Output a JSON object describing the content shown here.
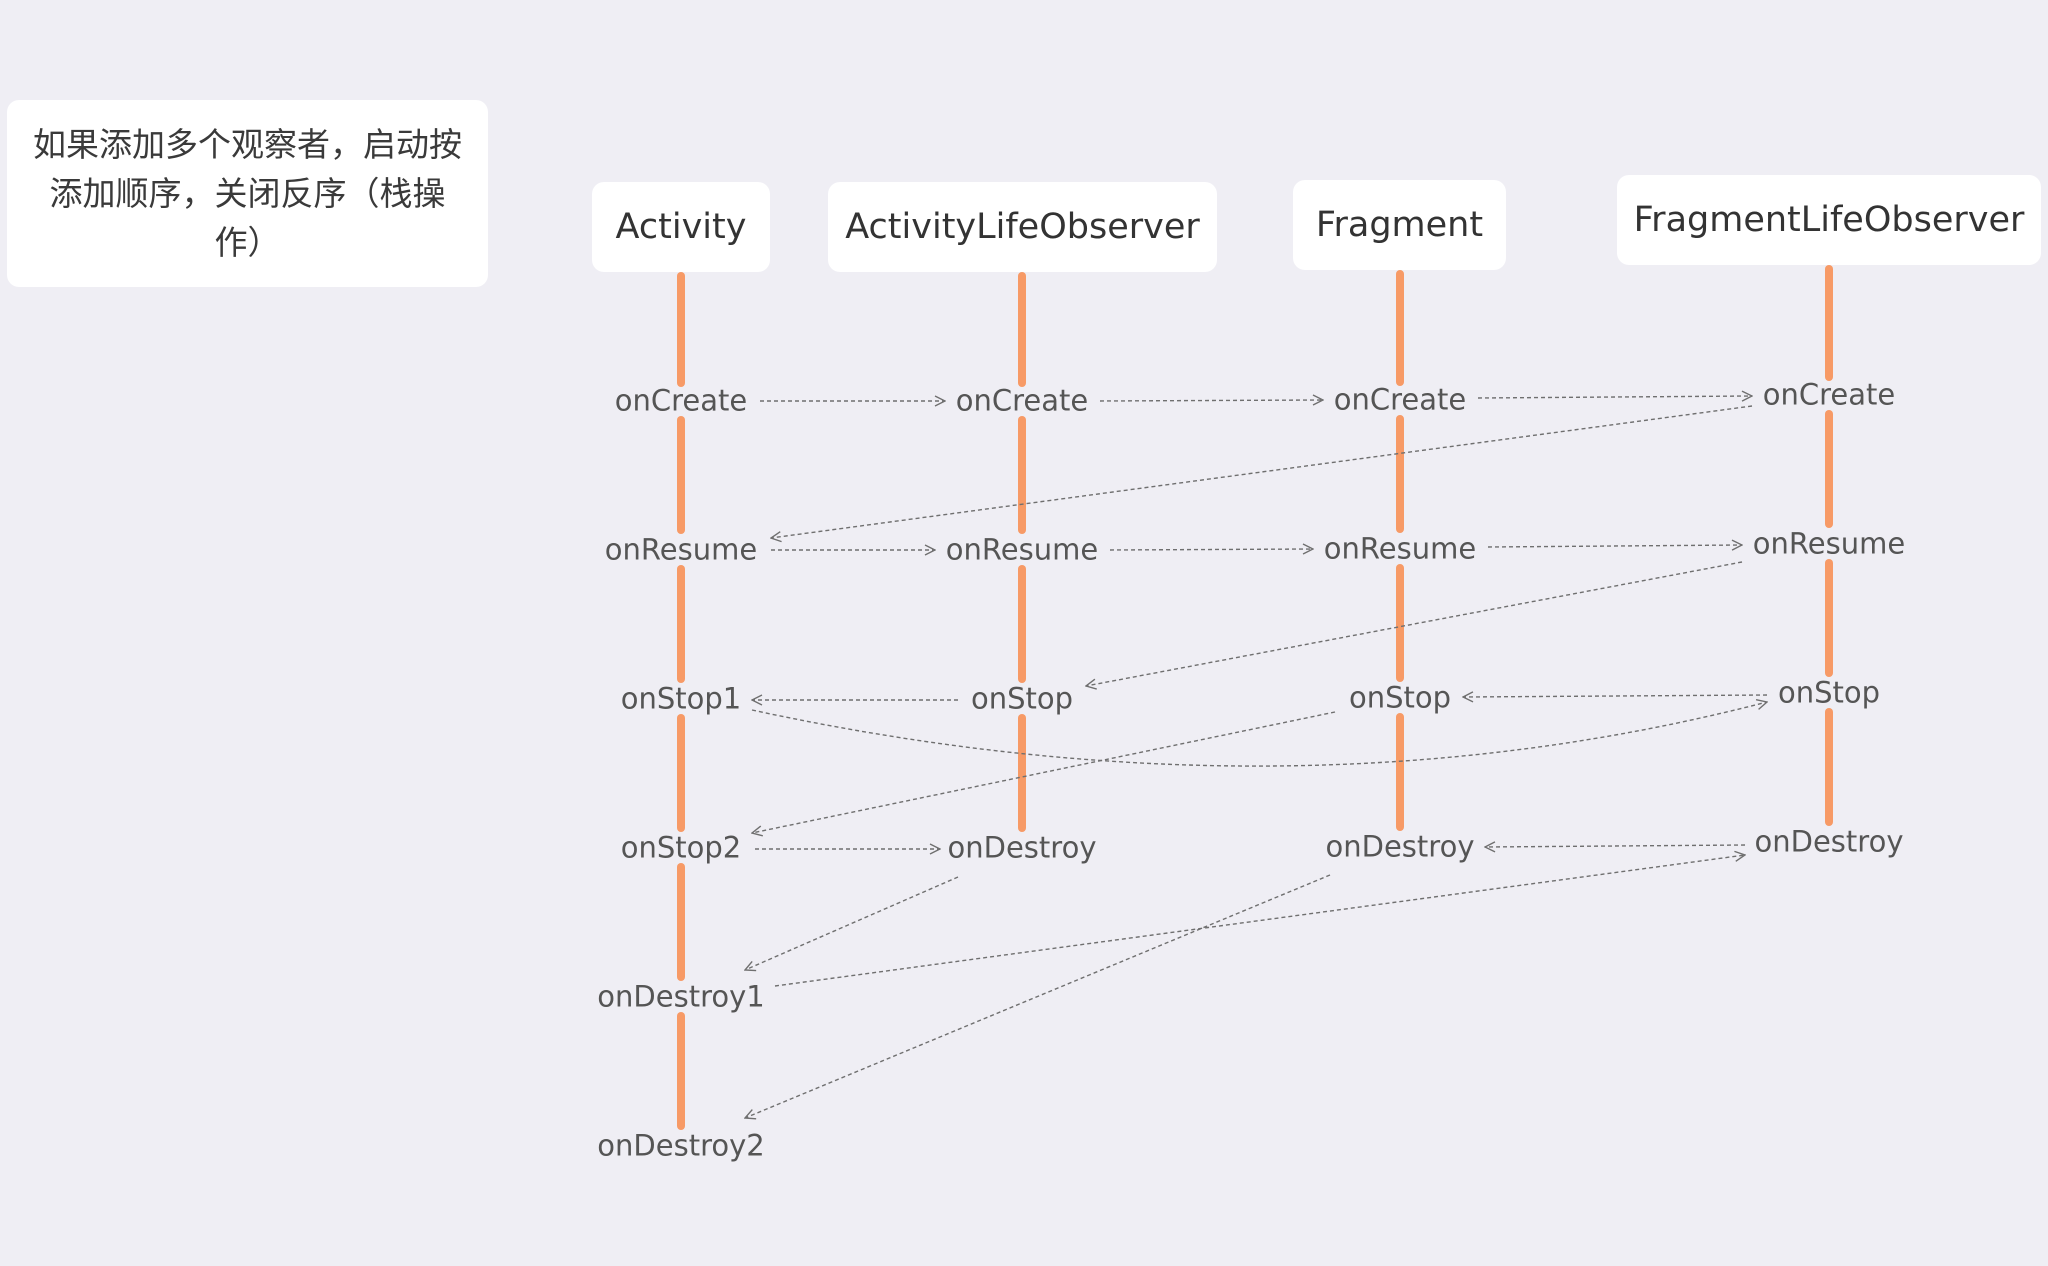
{
  "note": {
    "text": "如果添加多个观察者，启动按添加顺序，关闭反序（栈操作）"
  },
  "lanes": {
    "activity": {
      "title": "Activity",
      "events": {
        "on_create": "onCreate",
        "on_resume": "onResume",
        "on_stop_1": "onStop1",
        "on_stop_2": "onStop2",
        "on_destroy_1": "onDestroy1",
        "on_destroy_2": "onDestroy2"
      }
    },
    "activity_observer": {
      "title": "ActivityLifeObserver",
      "events": {
        "on_create": "onCreate",
        "on_resume": "onResume",
        "on_stop": "onStop",
        "on_destroy": "onDestroy"
      }
    },
    "fragment": {
      "title": "Fragment",
      "events": {
        "on_create": "onCreate",
        "on_resume": "onResume",
        "on_stop": "onStop",
        "on_destroy": "onDestroy"
      }
    },
    "fragment_observer": {
      "title": "FragmentLifeObserver",
      "events": {
        "on_create": "onCreate",
        "on_resume": "onResume",
        "on_stop": "onStop",
        "on_destroy": "onDestroy"
      }
    }
  },
  "colors": {
    "background": "#efeef4",
    "lane_line": "#f79a66",
    "arrow": "#6f6f6f",
    "box": "#ffffff"
  }
}
